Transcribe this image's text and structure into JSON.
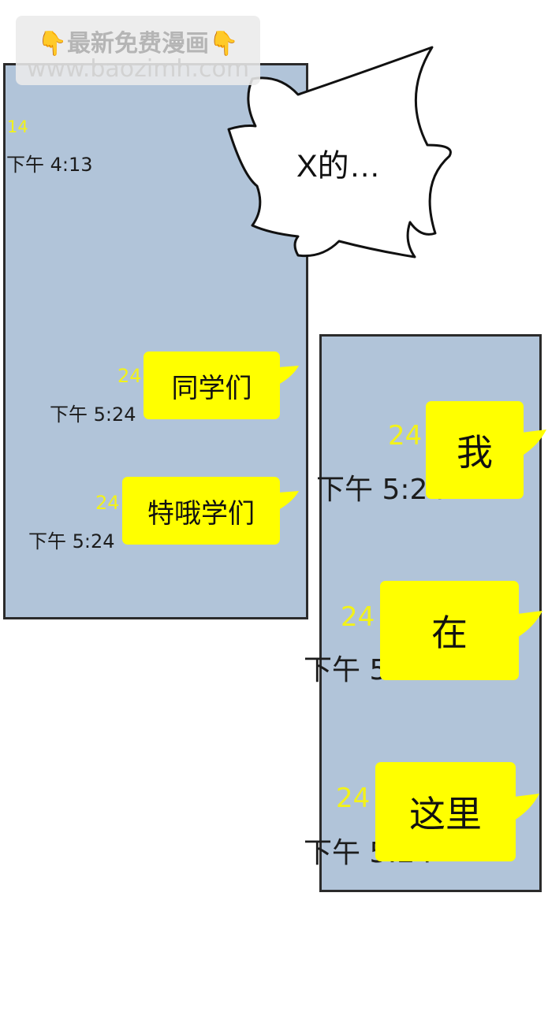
{
  "watermark": {
    "icon_left": "pointing-down-hand",
    "title": "最新免费漫画",
    "icon_right": "pointing-down-hand",
    "url": "www.baozimh.com"
  },
  "speech_bubble": {
    "text": "X的…"
  },
  "left_panel": {
    "messages": [
      {
        "unread": "14",
        "time": "下午 4:13",
        "text": ""
      },
      {
        "unread": "24",
        "time": "下午 5:24",
        "text": "同学们"
      },
      {
        "unread": "24",
        "time": "下午 5:24",
        "text": "特哦学们"
      }
    ]
  },
  "right_panel": {
    "messages": [
      {
        "unread": "24",
        "time": "下午 5:24",
        "text": "我"
      },
      {
        "unread": "24",
        "time": "下午 5:24",
        "text": "在"
      },
      {
        "unread": "24",
        "time": "下午 5:24",
        "text": "这里"
      }
    ]
  },
  "colors": {
    "panel_background": "#b1c4d9",
    "bubble": "#ffff00",
    "unread_count": "#f2f21a",
    "panel_border": "#2b2b2b"
  }
}
